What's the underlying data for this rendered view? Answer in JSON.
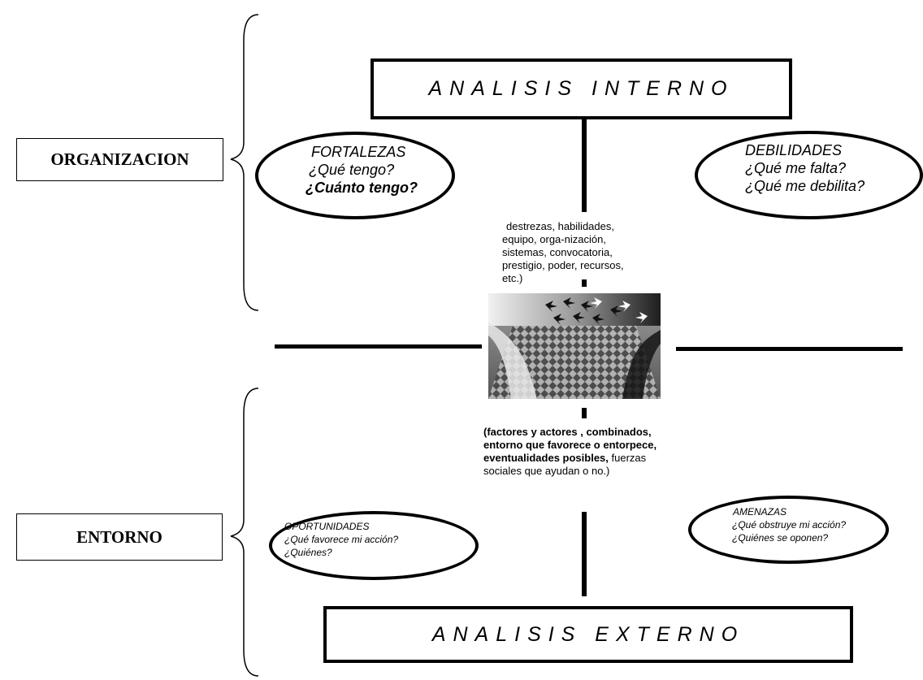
{
  "titles": {
    "internal": "ANALISIS   INTERNO",
    "external": "ANALISIS   EXTERNO"
  },
  "labels": {
    "organization": "ORGANIZACION",
    "environment": "ENTORNO"
  },
  "strengths": {
    "title": "FORTALEZAS",
    "q1": "¿Qué tengo?",
    "q2": "¿Cuánto tengo?"
  },
  "weaknesses": {
    "title": "DEBILIDADES",
    "q1": "¿Qué me falta?",
    "q2": "¿Qué me debilita?"
  },
  "opportunities": {
    "title": "OPORTUNIDADES",
    "q1": "¿Qué favorece mi acción?",
    "q2": "¿Quiénes?"
  },
  "threats": {
    "title": "AMENAZAS",
    "q1": "¿Qué obstruye mi acción?",
    "q2": "¿Quiénes se oponen?"
  },
  "internal_notes": {
    "line1": "destrezas, habilidades,",
    "line2": "equipo, orga-nización,",
    "line3": "sistemas, convocatoria,",
    "line4": "prestigio, poder, recursos,",
    "line5": "etc.)"
  },
  "external_notes": {
    "line1": "(factores y actores , combinados,",
    "line2": "entorno que favorece o entorpece,",
    "line3_bold": "eventualidades posibles,",
    "line3_rest": " fuerzas",
    "line4": "sociales que ayudan o no.)"
  }
}
